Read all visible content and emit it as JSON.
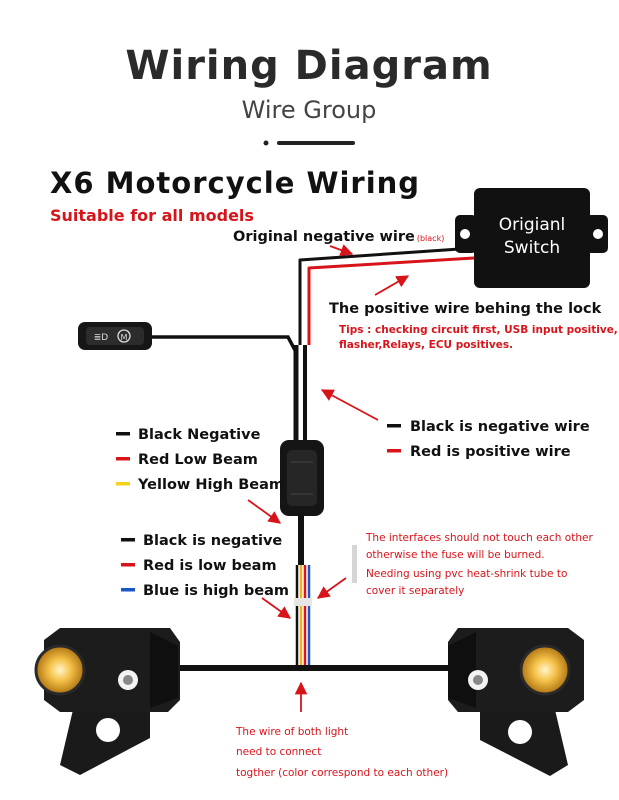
{
  "header": {
    "title": "Wiring Diagram",
    "subtitle": "Wire Group"
  },
  "section": {
    "heading": "X6 Motorcycle Wiring",
    "subheading": "Suitable for all models"
  },
  "switch_box": {
    "line1": "Origianl",
    "line2": "Switch"
  },
  "labels": {
    "negative_wire": "Original negative wire",
    "negative_wire_note": "(black)",
    "positive_wire": "The positive wire behing the lock",
    "tips": [
      "Tips : checking circuit first, USB input positive,",
      "flasher,Relays, ECU positives."
    ],
    "right_legend": [
      {
        "text": "Black is negative wire",
        "color": "#111111"
      },
      {
        "text": "Red is positive wire",
        "color": "#d8141b"
      }
    ],
    "left_legend_top": [
      {
        "text": "Black Negative",
        "color": "#111111"
      },
      {
        "text": "Red Low Beam",
        "color": "#d8141b"
      },
      {
        "text": "Yellow High Beam",
        "color": "#f2d21b"
      }
    ],
    "left_legend_bottom": [
      {
        "text": "Black is negative",
        "color": "#111111"
      },
      {
        "text": "Red is low beam",
        "color": "#d8141b"
      },
      {
        "text": "Blue is high beam",
        "color": "#1a56c8"
      }
    ],
    "interface_note": [
      "The interfaces should not touch each other",
      "otherwise the fuse will be burned.",
      "Needing using pvc heat-shrink tube to",
      "cover it separately"
    ],
    "bottom_note": [
      "The wire of both light",
      "need to connect",
      "togther (color correspond to each other)"
    ]
  },
  "colors": {
    "accent_red": "#d8141b",
    "wire_black": "#111111",
    "wire_yellow": "#f2b21b",
    "wire_blue": "#1a56c8"
  }
}
